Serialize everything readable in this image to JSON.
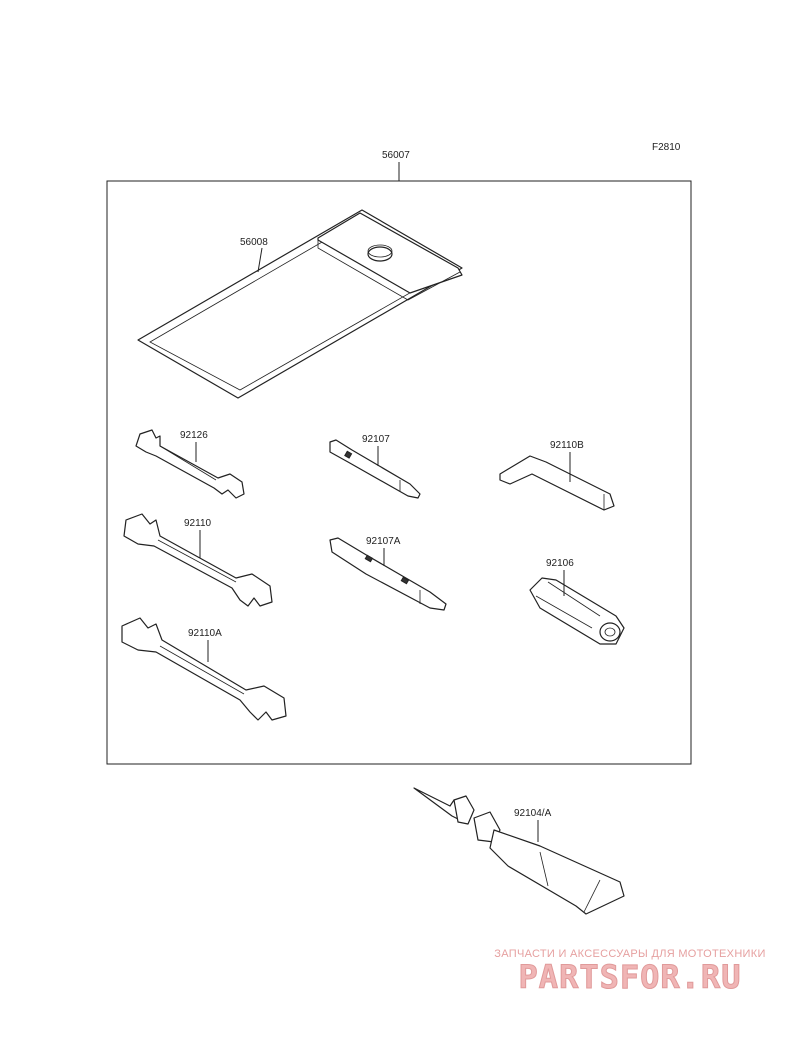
{
  "figure_code": "F2810",
  "labels": {
    "kit": "56007",
    "case": "56008",
    "wrench_small": "92126",
    "wrench_medium": "92110",
    "wrench_large": "92110A",
    "screwdriver": "92107",
    "screwdriver_b": "92107A",
    "hex_key": "92110B",
    "handle": "92106",
    "repair_kit": "92104/A"
  },
  "watermark": {
    "subtitle": "ЗАПЧАСТИ И АКСЕССУАРЫ ДЛЯ МОТОТЕХНИКИ",
    "brand": "PARTSFOR.RU"
  },
  "colors": {
    "line": "#222222",
    "watermark": "#f0b5b5"
  }
}
